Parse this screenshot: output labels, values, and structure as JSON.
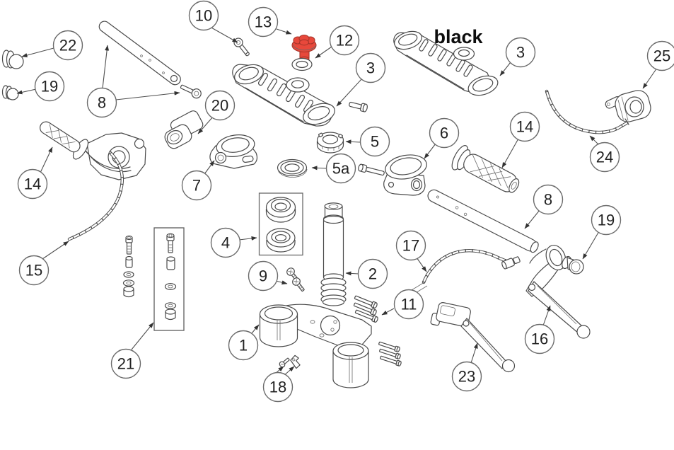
{
  "figure": {
    "note_label": "black",
    "colors": {
      "highlight": "#e8483b",
      "line": "#4a4a4a"
    },
    "callouts": {
      "c1": "1",
      "c2": "2",
      "c3_mid": "3",
      "c3_right": "3",
      "c4": "4",
      "c5": "5",
      "c5a": "5a",
      "c6": "6",
      "c7": "7",
      "c8_left": "8",
      "c8_right": "8",
      "c9": "9",
      "c10": "10",
      "c11": "11",
      "c12": "12",
      "c13": "13",
      "c14_left": "14",
      "c14_right": "14",
      "c15": "15",
      "c16": "16",
      "c17": "17",
      "c18": "18",
      "c19_left": "19",
      "c19_right": "19",
      "c20": "20",
      "c21": "21",
      "c22": "22",
      "c23": "23",
      "c24": "24",
      "c25": "25"
    }
  }
}
